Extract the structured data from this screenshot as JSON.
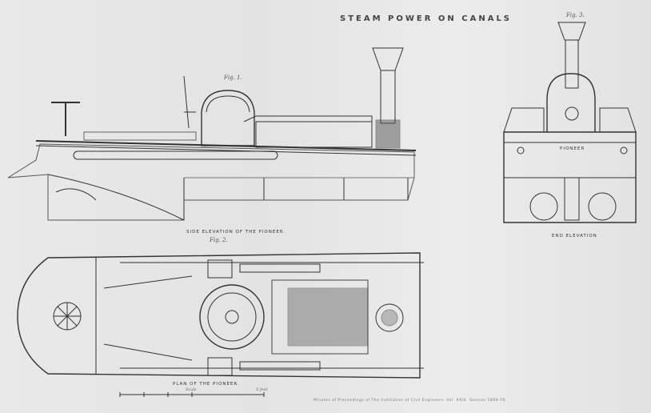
{
  "title": "STEAM POWER ON CANALS",
  "figures": {
    "fig1_label": "Fig. 1.",
    "fig2_label": "Fig. 2.",
    "fig3_label": "Fig. 3.",
    "side_elevation_caption": "SIDE ELEVATION OF THE PIONEER.",
    "plan_caption": "PLAN OF THE PIONEER.",
    "end_elevation_caption": "END ELEVATION",
    "boat_name": "PIONEER",
    "scale_label": "Scale",
    "scale_end": "5 feet"
  },
  "footer": "Minutes of Proceedings of The Institution of Civil Engineers. Vol. XXIX. Session 1869-70."
}
